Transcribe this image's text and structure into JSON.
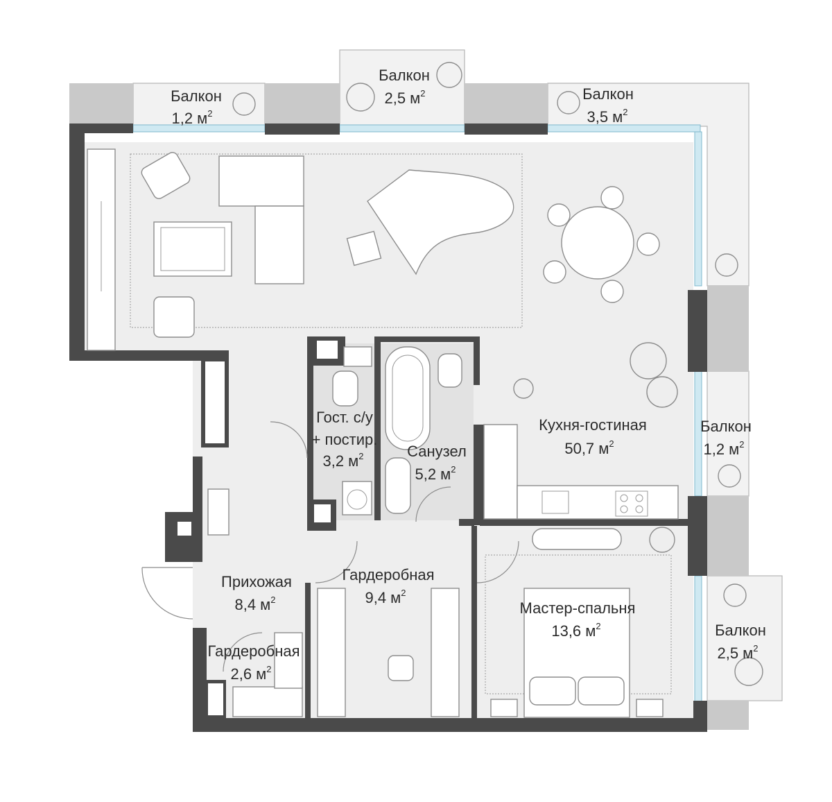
{
  "rooms": [
    {
      "id": "balcony-1",
      "name": "Балкон",
      "area": "1,2 м",
      "unit_sup": "2"
    },
    {
      "id": "balcony-2",
      "name": "Балкон",
      "area": "2,5 м",
      "unit_sup": "2"
    },
    {
      "id": "balcony-3",
      "name": "Балкон",
      "area": "3,5 м",
      "unit_sup": "2"
    },
    {
      "id": "balcony-4",
      "name": "Балкон",
      "area": "1,2 м",
      "unit_sup": "2"
    },
    {
      "id": "balcony-5",
      "name": "Балкон",
      "area": "2,5 м",
      "unit_sup": "2"
    },
    {
      "id": "kitchen-living",
      "name": "Кухня-гостиная",
      "area": "50,7 м",
      "unit_sup": "2"
    },
    {
      "id": "guest-wc",
      "name": "Гост. с/у",
      "name2": "+ постир.",
      "area": "3,2 м",
      "unit_sup": "2"
    },
    {
      "id": "bathroom",
      "name": "Санузел",
      "area": "5,2 м",
      "unit_sup": "2"
    },
    {
      "id": "hallway",
      "name": "Прихожая",
      "area": "8,4 м",
      "unit_sup": "2"
    },
    {
      "id": "wardrobe-large",
      "name": "Гардеробная",
      "area": "9,4 м",
      "unit_sup": "2"
    },
    {
      "id": "wardrobe-small",
      "name": "Гардеробная",
      "area": "2,6 м",
      "unit_sup": "2"
    },
    {
      "id": "master-bedroom",
      "name": "Мастер-спальня",
      "area": "13,6 м",
      "unit_sup": "2"
    }
  ],
  "colors": {
    "wall": "#4a4a4a",
    "floor": "#eeeeee",
    "glass": "#cfe9f2",
    "text": "#2b2b2b"
  }
}
